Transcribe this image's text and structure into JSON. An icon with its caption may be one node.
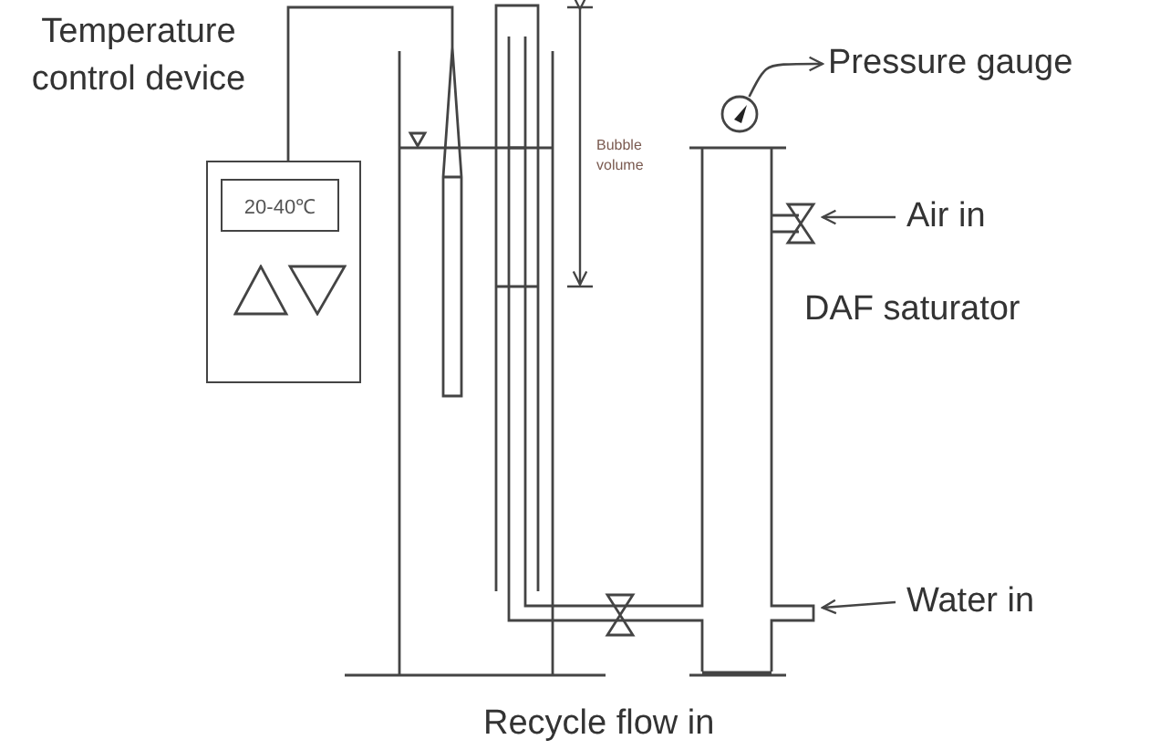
{
  "diagram": {
    "nodes": [
      {
        "text": [
          "Temperature control device"
        ]
      },
      {
        "text": [
          "20-40℃"
        ],
        "in": 0
      },
      {
        "text": [],
        "shape": "circle"
      },
      {
        "text": [
          "Pressure gauge"
        ]
      },
      {
        "text": [
          "Air in"
        ]
      },
      {
        "text": [
          "Water in"
        ]
      }
    ],
    "edges": [
      {
        "from": 2,
        "to": 3,
        "arrow": "to"
      },
      {
        "from": 4,
        "to": null,
        "arrow": "to"
      },
      {
        "from": 5,
        "to": null,
        "arrow": "to"
      }
    ],
    "labels": [
      "Bubble volume",
      "DAF saturator",
      "Recycle flow in"
    ]
  }
}
